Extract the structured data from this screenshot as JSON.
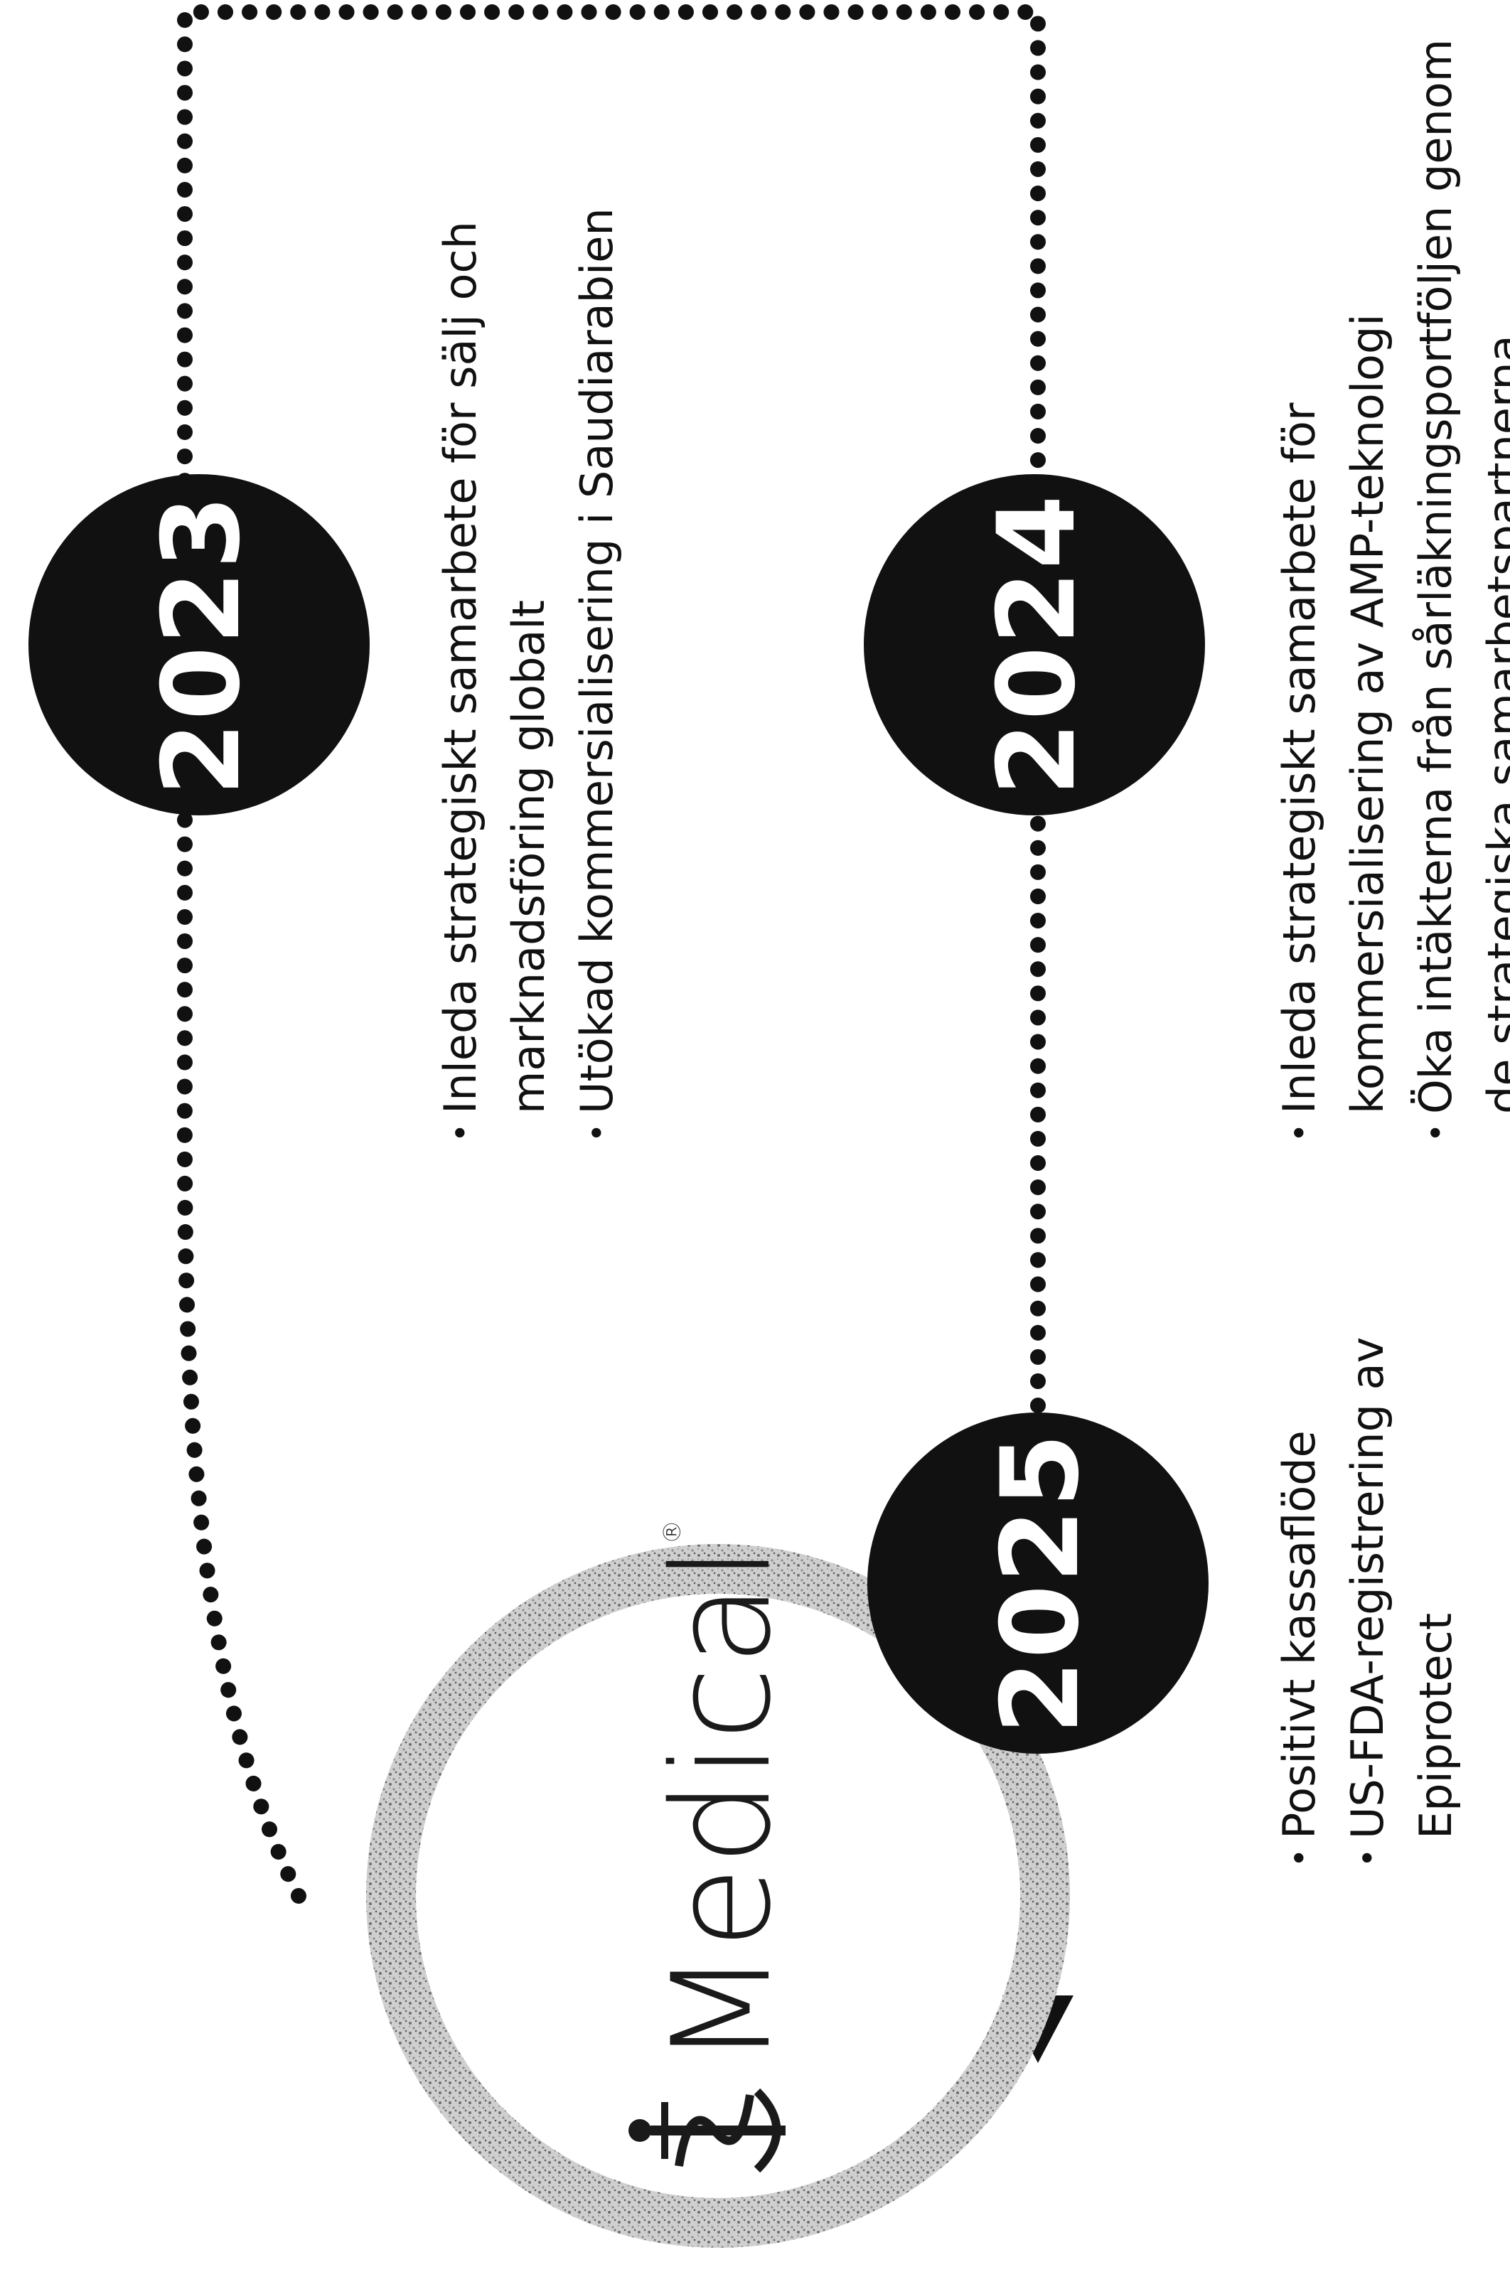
{
  "timeline": {
    "milestones": [
      {
        "year": "2023",
        "bullets": [
          "Inleda strategiskt samarbete för sälj och marknadsföring globalt",
          "Utökad kommersialisering i Saudiarabien"
        ]
      },
      {
        "year": "2024",
        "bullets": [
          "Inleda strategiskt samarbete för kommersialisering av AMP-teknologi",
          "Öka intäkterna från sårläkningsportföljen genom de strategiska samarbetspartnerna"
        ]
      },
      {
        "year": "2025",
        "bullets": [
          "Positivt kassaflöde",
          "US-FDA-registrering av Epiprotect"
        ]
      }
    ]
  },
  "logo": {
    "word": "Medical",
    "registered_mark": "®",
    "icon": "caduceus-anchor-icon"
  },
  "colors": {
    "circle_fill": "#111111",
    "dots": "#111111",
    "ring": "#b5b5b5",
    "text": "#111111"
  }
}
